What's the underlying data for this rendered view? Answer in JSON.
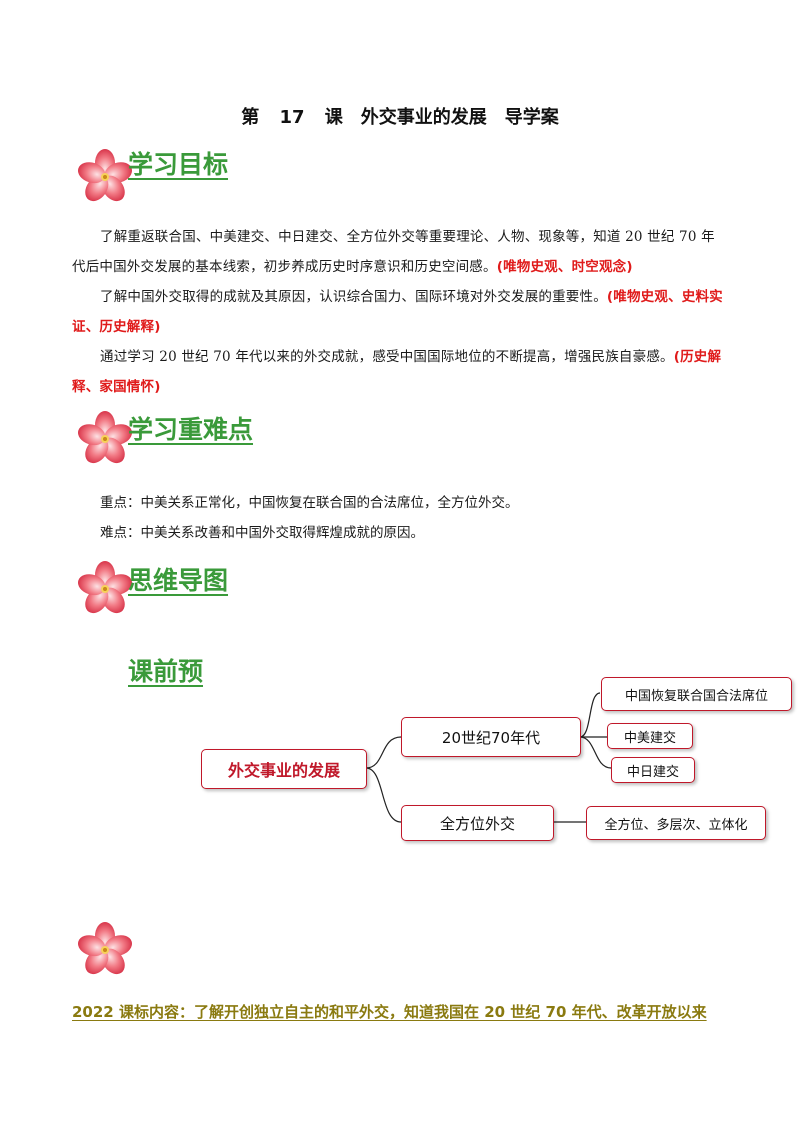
{
  "title": "第 17 课　外交事业的发展　导学案",
  "sections": {
    "goals": "学习目标",
    "keypoints": "学习重难点",
    "mindmap": "思维导图"
  },
  "goals": [
    {
      "text": "了解重返联合国、中美建交、中日建交、全方位外交等重要理论、人物、现象等，知道 20 世纪 70 年代后中国外交发展的基本线索，初步养成历史时序意识和历史空间感。",
      "tag": "(唯物史观、时空观念)"
    },
    {
      "text": "了解中国外交取得的成就及其原因，认识综合国力、国际环境对外交发展的重要性。",
      "tag": "(唯物史观、史料实证、历史解释)"
    },
    {
      "text": "通过学习 20 世纪 70 年代以来的外交成就，感受中国国际地位的不断提高，增强民族自豪感。",
      "tag": "(历史解释、家国情怀)"
    }
  ],
  "keypoints": {
    "focus": "重点：中美关系正常化，中国恢复在联合国的合法席位，全方位外交。",
    "difficulty": "难点：中美关系改善和中国外交取得辉煌成就的原因。"
  },
  "mindmap": {
    "preview_label": "课前预",
    "root": "外交事业的发展",
    "branch1": "20世纪70年代",
    "branch1_children": [
      "中国恢复联合国合法席位",
      "中美建交",
      "中日建交"
    ],
    "branch2": "全方位外交",
    "branch2_child": "全方位、多层次、立体化"
  },
  "footer": "2022 课标内容：了解开创独立自主的和平外交，知道我国在 20 世纪 70 年代、改革开放以来",
  "colors": {
    "heading_green": "#3a9a3a",
    "tag_red": "#e01b1b",
    "box_border": "#c0182a",
    "footer_gold": "#8a7a10"
  },
  "icons": [
    "cherry-blossom-icon"
  ]
}
